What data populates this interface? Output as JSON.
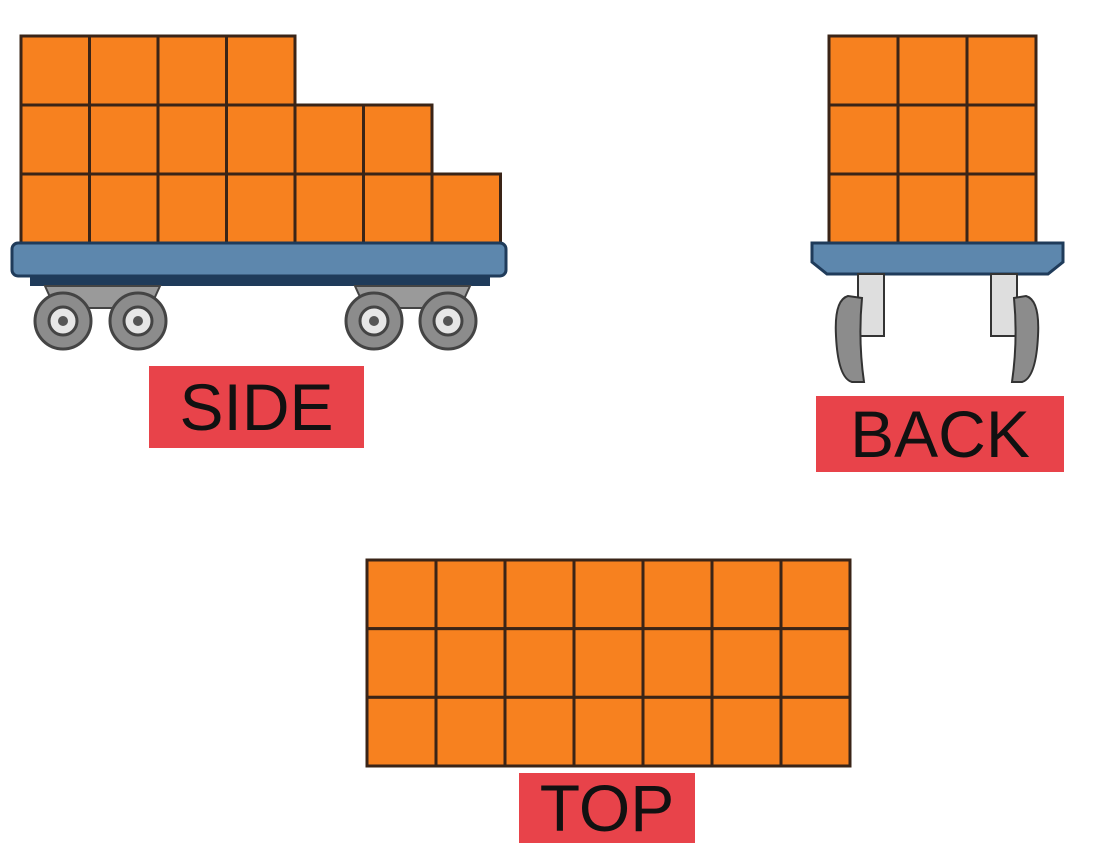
{
  "views": [
    {
      "id": "side",
      "label": "SIDE",
      "columns": [
        3,
        3,
        3,
        3,
        2,
        2,
        1
      ]
    },
    {
      "id": "back",
      "label": "BACK",
      "columns": [
        3,
        3,
        3
      ]
    },
    {
      "id": "top",
      "label": "TOP",
      "grid_rows": 3,
      "grid_cols": 7
    }
  ],
  "colors": {
    "box_fill": "#f7811f",
    "box_stroke": "#3a2417",
    "cart_deck": "#5d87ad",
    "cart_frame": "#1f3b5a",
    "wheel": "#8c8c8c",
    "label_bg": "#e8434a"
  }
}
